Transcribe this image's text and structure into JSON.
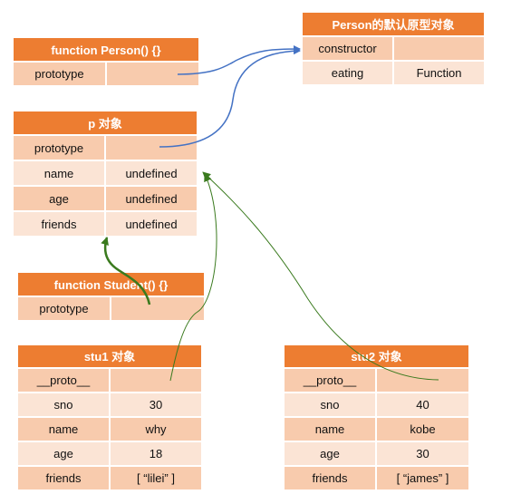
{
  "person_proto": {
    "title": "Person的默认原型对象",
    "rows": [
      {
        "key": "constructor",
        "value": ""
      },
      {
        "key": "eating",
        "value": "Function"
      }
    ]
  },
  "person_fn": {
    "title": "function Person() {}",
    "rows": [
      {
        "key": "prototype",
        "value": ""
      }
    ]
  },
  "p_obj": {
    "title": "p 对象",
    "rows": [
      {
        "key": "prototype",
        "value": ""
      },
      {
        "key": "name",
        "value": "undefined"
      },
      {
        "key": "age",
        "value": "undefined"
      },
      {
        "key": "friends",
        "value": "undefined"
      }
    ]
  },
  "student_fn": {
    "title": "function Student() {}",
    "rows": [
      {
        "key": "prototype",
        "value": ""
      }
    ]
  },
  "stu1": {
    "title": "stu1 对象",
    "rows": [
      {
        "key": "__proto__",
        "value": ""
      },
      {
        "key": "sno",
        "value": "30"
      },
      {
        "key": "name",
        "value": "why"
      },
      {
        "key": "age",
        "value": "18"
      },
      {
        "key": "friends",
        "value": "[ “lilei” ]"
      }
    ]
  },
  "stu2": {
    "title": "stu2 对象",
    "rows": [
      {
        "key": "__proto__",
        "value": ""
      },
      {
        "key": "sno",
        "value": "40"
      },
      {
        "key": "name",
        "value": "kobe"
      },
      {
        "key": "age",
        "value": "30"
      },
      {
        "key": "friends",
        "value": "[ “james” ]"
      }
    ]
  },
  "colors": {
    "header": "#ed7d31",
    "row_dark": "#f8cbad",
    "row_light": "#fbe4d5",
    "arrow_blue": "#4472c4",
    "arrow_green": "#3a7a1e"
  }
}
